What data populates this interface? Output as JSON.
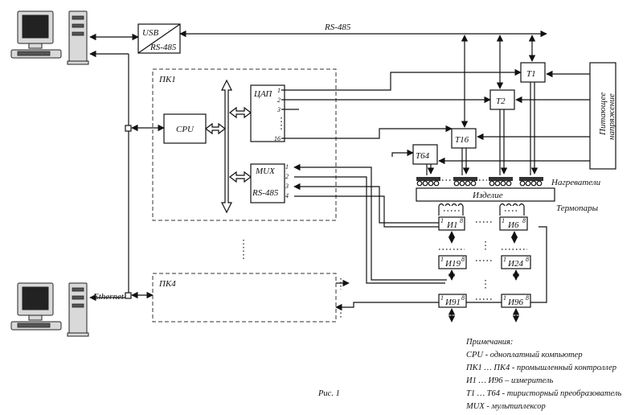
{
  "buses": {
    "rs485": "RS-485",
    "ethernet": "Ethernet"
  },
  "converter": {
    "top": "USB",
    "bottom": "RS-485"
  },
  "controllers": {
    "first": "ПК1",
    "last": "ПК4"
  },
  "blocks": {
    "cpu": "CPU",
    "dac": "ЦАП",
    "mux": "MUX",
    "mux_rs485": "RS-485"
  },
  "pins": {
    "p1": "1",
    "p2": "2",
    "p3": "3",
    "p4": "4",
    "p16": "16"
  },
  "thyristors": {
    "t1": "T1",
    "t2": "T2",
    "t16": "T16",
    "t64": "T64"
  },
  "power_supply": {
    "line1": "Питающее",
    "line2": "напряжение"
  },
  "labels": {
    "heaters": "Нагреватели",
    "product": "Изделие",
    "thermocouples": "Термопары"
  },
  "meters": {
    "m1": "И1",
    "m6": "И6",
    "m19": "И19",
    "m24": "И24",
    "m91": "И91",
    "m96": "И96",
    "pin_first": "1",
    "pin_last": "8"
  },
  "notes": {
    "heading": "Примечания:",
    "cpu": "CPU - одноплатный компьютер",
    "controllers": "ПК1 … ПК4 - промышленный контроллер",
    "meters": "И1 … И96 – измеритель",
    "thyristors": "T1 … T64 - тиристорный преобразователь",
    "mux": "MUX - мультиплексор"
  },
  "caption": "Рис. 1"
}
